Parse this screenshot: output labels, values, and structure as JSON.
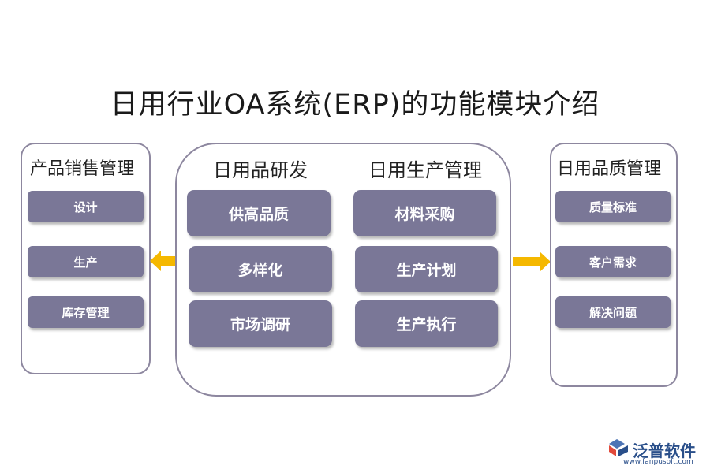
{
  "title": "日用行业OA系统(ERP)的功能模块介绍",
  "left_panel": {
    "title": "产品销售管理",
    "items": [
      "设计",
      "生产",
      "库存管理"
    ]
  },
  "center_panel": {
    "left_column": {
      "title": "日用品研发",
      "items": [
        "供高品质",
        "多样化",
        "市场调研"
      ]
    },
    "right_column": {
      "title": "日用生产管理",
      "items": [
        "材料采购",
        "生产计划",
        "生产执行"
      ]
    }
  },
  "right_panel": {
    "title": "日用品质管理",
    "items": [
      "质量标准",
      "客户需求",
      "解决问题"
    ]
  },
  "logo": {
    "name": "泛普软件",
    "url": "www.fanpusoft.com"
  },
  "colors": {
    "box_fill": "#7a7797",
    "panel_border": "#8d879f",
    "arrow": "#f5b800",
    "logo": "#2a4f8a"
  }
}
